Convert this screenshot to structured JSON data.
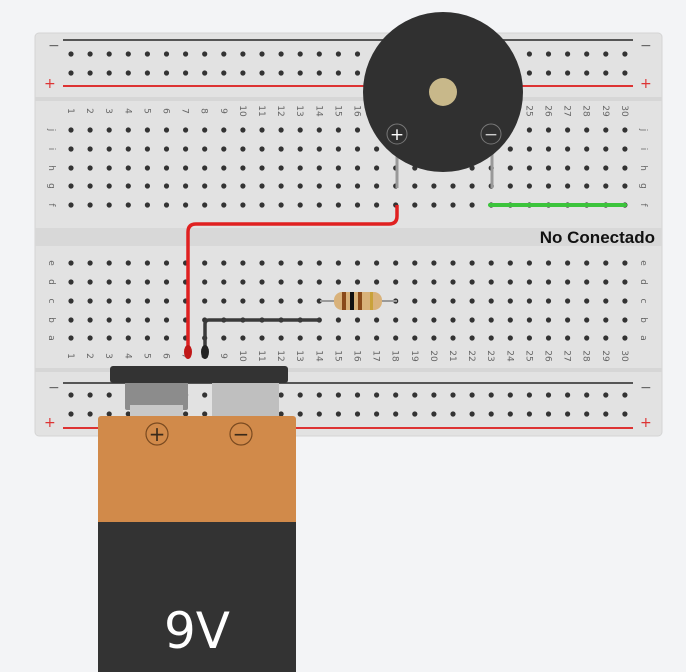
{
  "columns": [
    "1",
    "2",
    "3",
    "4",
    "5",
    "6",
    "7",
    "8",
    "9",
    "10",
    "11",
    "12",
    "13",
    "14",
    "15",
    "16",
    "17",
    "18",
    "19",
    "20",
    "21",
    "22",
    "23",
    "24",
    "25",
    "26",
    "27",
    "28",
    "29",
    "30"
  ],
  "rows_top": [
    "j",
    "i",
    "h",
    "g",
    "f"
  ],
  "rows_bottom": [
    "e",
    "d",
    "c",
    "b",
    "a"
  ],
  "rail_labels": {
    "minus": "−",
    "plus": "+"
  },
  "status_text": "No Conectado",
  "battery": {
    "label": "9V",
    "plus": "+",
    "minus": "−"
  },
  "buzzer": {
    "plus": "+",
    "minus": "−"
  },
  "colors": {
    "board": "#e4e4e4",
    "rail_plus": "#d33",
    "rail_minus": "#555",
    "wire_red": "#e02020",
    "wire_black": "#333",
    "wire_green": "#3cc43c",
    "battery_top": "#d18a4a",
    "battery_body": "#333333"
  }
}
